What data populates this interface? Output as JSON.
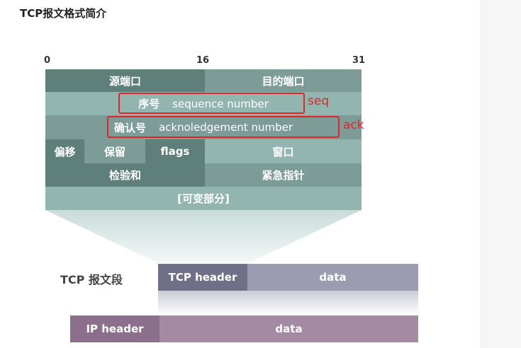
{
  "title": "TCP报文格式简介",
  "ticks": {
    "t0": "0",
    "t16": "16",
    "t31": "31"
  },
  "header_rows": {
    "src_port": "源端口",
    "dst_port": "目的端口",
    "seq_cn": "序号",
    "seq_en": "sequence number",
    "ack_cn": "确认号",
    "ack_en": "acknoledgement number",
    "offset": "偏移",
    "reserved": "保留",
    "flags": "flags",
    "window": "窗口",
    "checksum": "检验和",
    "urgent": "紧急指针",
    "variable": "[可变部分]"
  },
  "annotations": {
    "seq": "seq",
    "ack": "ack"
  },
  "segment": {
    "label": "TCP 报文段",
    "tcp_header": "TCP header",
    "tcp_data": "data",
    "ip_header": "IP header",
    "ip_data": "data"
  },
  "colors": {
    "annotation_red": "#e0262b",
    "header_dark": "#5f7f7b",
    "header_light": "#93b5b0",
    "tcp_bar": "#8f90a6",
    "ip_bar": "#a58aa4"
  }
}
